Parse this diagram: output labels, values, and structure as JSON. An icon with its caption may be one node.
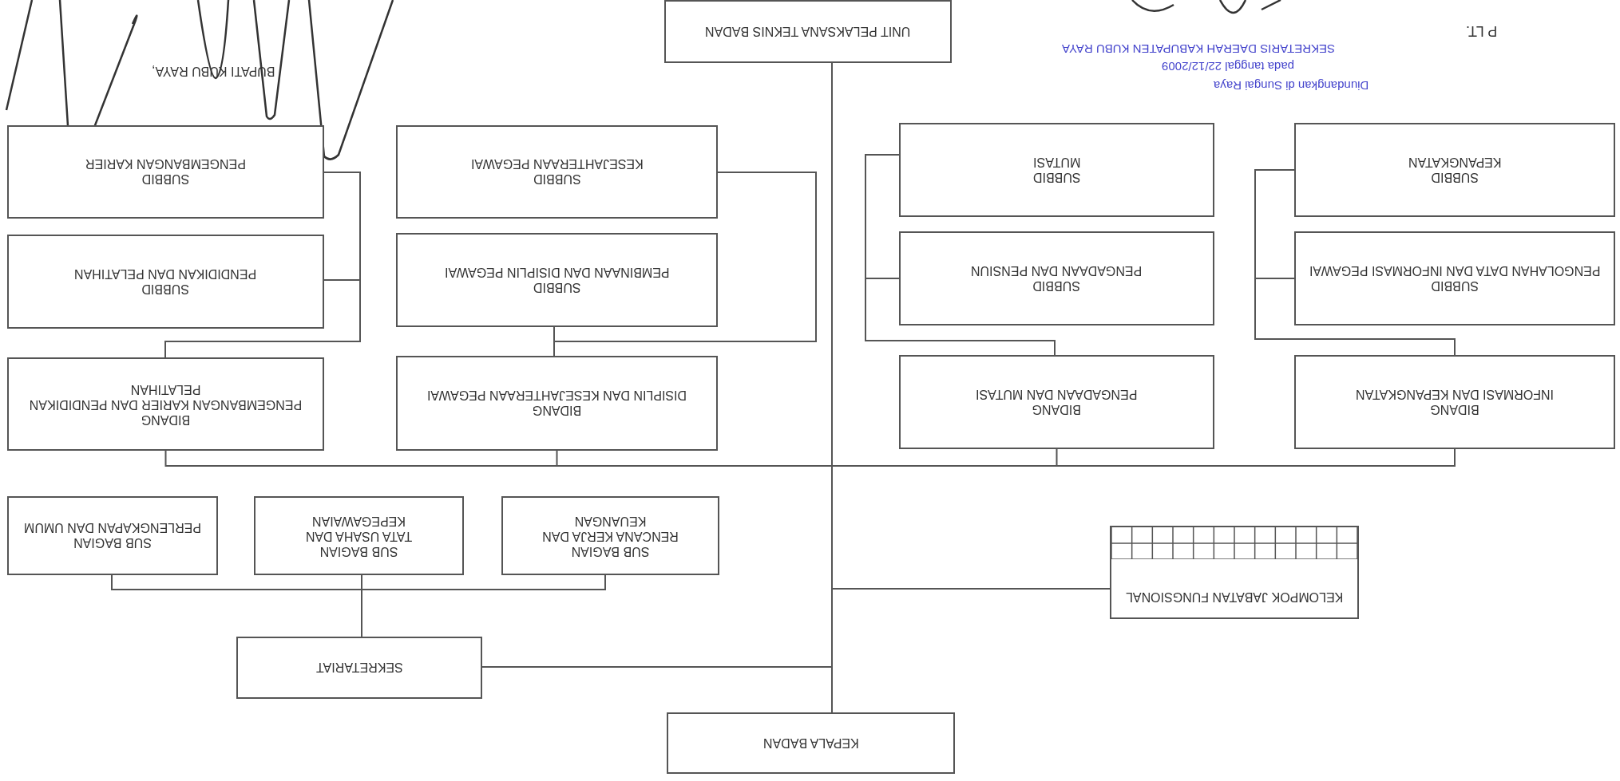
{
  "diagram": {
    "nodes": [
      {
        "text": [
          "KEPALA BADAN"
        ]
      },
      {
        "text": [
          "SEKRETARIAT"
        ]
      },
      {
        "text": [
          "SUB BAGIAN",
          "PERLENGKAPAN DAN UMUM"
        ]
      },
      {
        "text": [
          "SUB BAGIAN",
          "TATA USAHA DAN KEPEGAWAIAN"
        ]
      },
      {
        "text": [
          "SUB BAGIAN",
          "RENCANA KERJA DAN KEUANGAN"
        ]
      },
      {
        "text": [
          "KELOMPOK JABATAN FUNGSIONAL"
        ]
      },
      {
        "text": [
          "BIDANG",
          "PENGEMBANGAN KARIER DAN PENDIDIKAN PELATIHAN"
        ]
      },
      {
        "text": [
          "BIDANG",
          "DISIPLIN DAN KESEJAHTERAAN PEGAWAI"
        ]
      },
      {
        "text": [
          "BIDANG",
          "PENGADAAN DAN MUTASI"
        ]
      },
      {
        "text": [
          "BIDANG",
          "INFORMASI DAN KEPANGKATAN"
        ]
      },
      {
        "text": [
          "SUBBID",
          "PENGEMBANGAN KARIER"
        ]
      },
      {
        "text": [
          "SUBBID",
          "PENDIDIKAN DAN PELATIHAN"
        ]
      },
      {
        "text": [
          "SUBBID",
          "KESEJAHTERAAN PEGAWAI"
        ]
      },
      {
        "text": [
          "SUBBID",
          "PEMBINAAN DAN DISIPLIN PEGAWAI"
        ]
      },
      {
        "text": [
          "SUBBID",
          "MUTASI"
        ]
      },
      {
        "text": [
          "SUBBID",
          "PENGADAAN DAN PENSIUN"
        ]
      },
      {
        "text": [
          "SUBBID",
          "KEPANGKATAN"
        ]
      },
      {
        "text": [
          "SUBBID",
          "PENGOLAHAN DATA DAN INFORMASI PEGAWAI"
        ]
      },
      {
        "text": [
          "UNIT PELAKSANA TEKNIS BADAN"
        ]
      }
    ],
    "edges": [
      {
        "from": 0,
        "to": 18,
        "arrow": "none"
      },
      {
        "from": 0,
        "to": 1,
        "arrow": "none"
      },
      {
        "from": 0,
        "to": 5,
        "arrow": "none"
      },
      {
        "from": 0,
        "to": 6,
        "arrow": "none"
      },
      {
        "from": 0,
        "to": 7,
        "arrow": "none"
      },
      {
        "from": 0,
        "to": 8,
        "arrow": "none"
      },
      {
        "from": 0,
        "to": 9,
        "arrow": "none"
      },
      {
        "from": 1,
        "to": 2,
        "arrow": "none"
      },
      {
        "from": 1,
        "to": 3,
        "arrow": "none"
      },
      {
        "from": 1,
        "to": 4,
        "arrow": "none"
      },
      {
        "from": 6,
        "to": 10,
        "arrow": "none"
      },
      {
        "from": 6,
        "to": 11,
        "arrow": "none"
      },
      {
        "from": 7,
        "to": 12,
        "arrow": "none"
      },
      {
        "from": 7,
        "to": 13,
        "arrow": "none"
      },
      {
        "from": 8,
        "to": 14,
        "arrow": "none"
      },
      {
        "from": 8,
        "to": 15,
        "arrow": "none"
      },
      {
        "from": 9,
        "to": 16,
        "arrow": "none"
      },
      {
        "from": 9,
        "to": 17,
        "arrow": "none"
      }
    ],
    "labels": [
      "Diundangkan di Sungai Raya",
      "pada tanggal 22/12/2009",
      "BUPATI KUBU RAYA,",
      "SEKRETARIS DAERAH KABUPATEN KUBU RAYA",
      "P LT."
    ]
  }
}
